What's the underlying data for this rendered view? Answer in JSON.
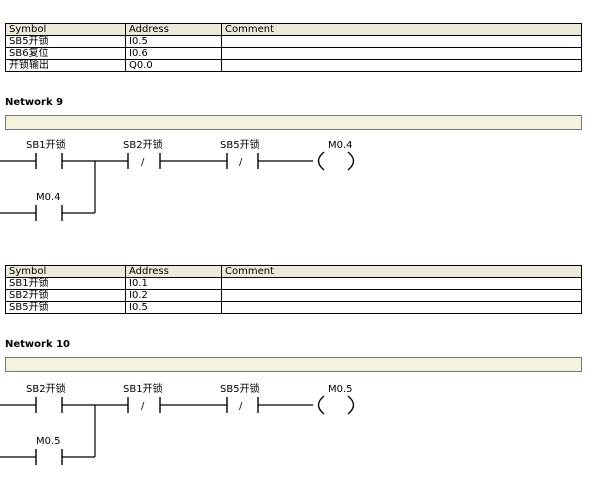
{
  "table1": {
    "headers": [
      "Symbol",
      "Address",
      "Comment"
    ],
    "rows": [
      {
        "symbol": "SB5开锁",
        "address": "I0.5",
        "comment": ""
      },
      {
        "symbol": "SB6复位",
        "address": "I0.6",
        "comment": ""
      },
      {
        "symbol": "开锁输出",
        "address": "Q0.0",
        "comment": ""
      }
    ]
  },
  "network9": {
    "title": "Network 9",
    "labels": {
      "contact1": "SB1开锁",
      "contact2": "SB2开锁",
      "contact3": "SB5开锁",
      "coil": "M0.4",
      "branch_contact": "M0.4",
      "nc_symbol": "/"
    }
  },
  "table2": {
    "headers": [
      "Symbol",
      "Address",
      "Comment"
    ],
    "rows": [
      {
        "symbol": "SB1开锁",
        "address": "I0.1",
        "comment": ""
      },
      {
        "symbol": "SB2开锁",
        "address": "I0.2",
        "comment": ""
      },
      {
        "symbol": "SB5开锁",
        "address": "I0.5",
        "comment": ""
      }
    ]
  },
  "network10": {
    "title": "Network 10",
    "labels": {
      "contact1": "SB2开锁",
      "contact2": "SB1开锁",
      "contact3": "SB5开锁",
      "coil": "M0.5",
      "branch_contact": "M0.5",
      "nc_symbol": "/"
    }
  }
}
